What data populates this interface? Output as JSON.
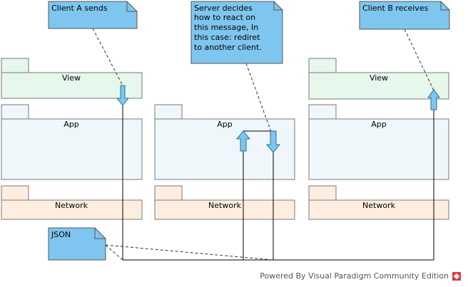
{
  "packages": {
    "view_a": "View",
    "app_a": "App",
    "network_a": "Network",
    "app_s": "App",
    "network_s": "Network",
    "view_b": "View",
    "app_b": "App",
    "network_b": "Network"
  },
  "notes": {
    "client_a": [
      "Client A sends"
    ],
    "server": [
      "Server decides",
      "how to react on",
      "this message, In",
      "this case: rediret",
      "to another client."
    ],
    "client_b": [
      "Client B receives"
    ],
    "json": [
      "JSON"
    ]
  },
  "footer": {
    "text": "Powered By Visual Paradigm Community Edition"
  },
  "colors": {
    "view_fill": "#e6f7ec",
    "app_fill": "#eff7fa",
    "network_fill": "#fdeee0",
    "note_fill": "#7ec6ef",
    "arrow_fill": "#7ec6ef",
    "stroke": "#7a7a7a"
  }
}
